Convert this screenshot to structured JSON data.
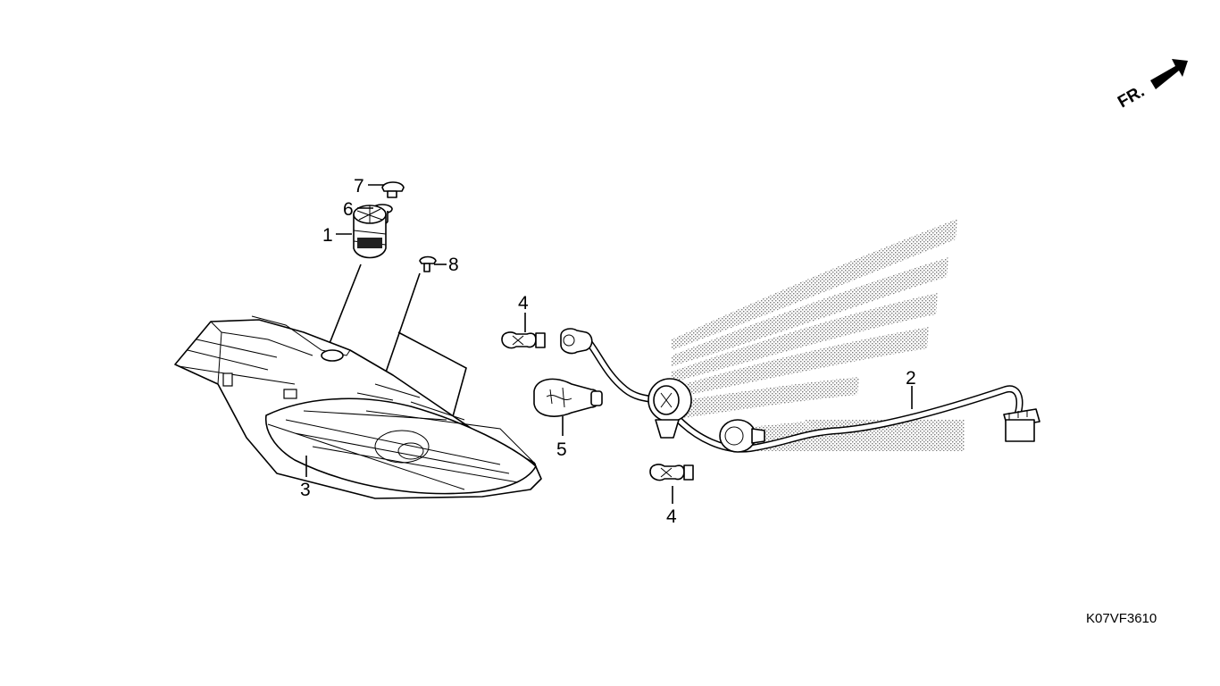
{
  "diagram": {
    "drawing_code": "K07VF3610",
    "front_indicator": "FR.",
    "callouts": [
      {
        "id": "7",
        "label": "7",
        "part": "screw"
      },
      {
        "id": "6",
        "label": "6",
        "part": "collar"
      },
      {
        "id": "1",
        "label": "1",
        "part": "rubber-grommet"
      },
      {
        "id": "8",
        "label": "8",
        "part": "screw"
      },
      {
        "id": "3",
        "label": "3",
        "part": "tail-light-unit"
      },
      {
        "id": "4a",
        "label": "4",
        "part": "wedge-bulb"
      },
      {
        "id": "5",
        "label": "5",
        "part": "stop-tail-bulb"
      },
      {
        "id": "4b",
        "label": "4",
        "part": "wedge-bulb"
      },
      {
        "id": "2",
        "label": "2",
        "part": "socket-wire-harness"
      }
    ],
    "colors": {
      "line": "#000000",
      "background": "#ffffff",
      "watermark_dots": "#7a7a7a"
    },
    "watermark": "wing-logo-dot-pattern"
  }
}
